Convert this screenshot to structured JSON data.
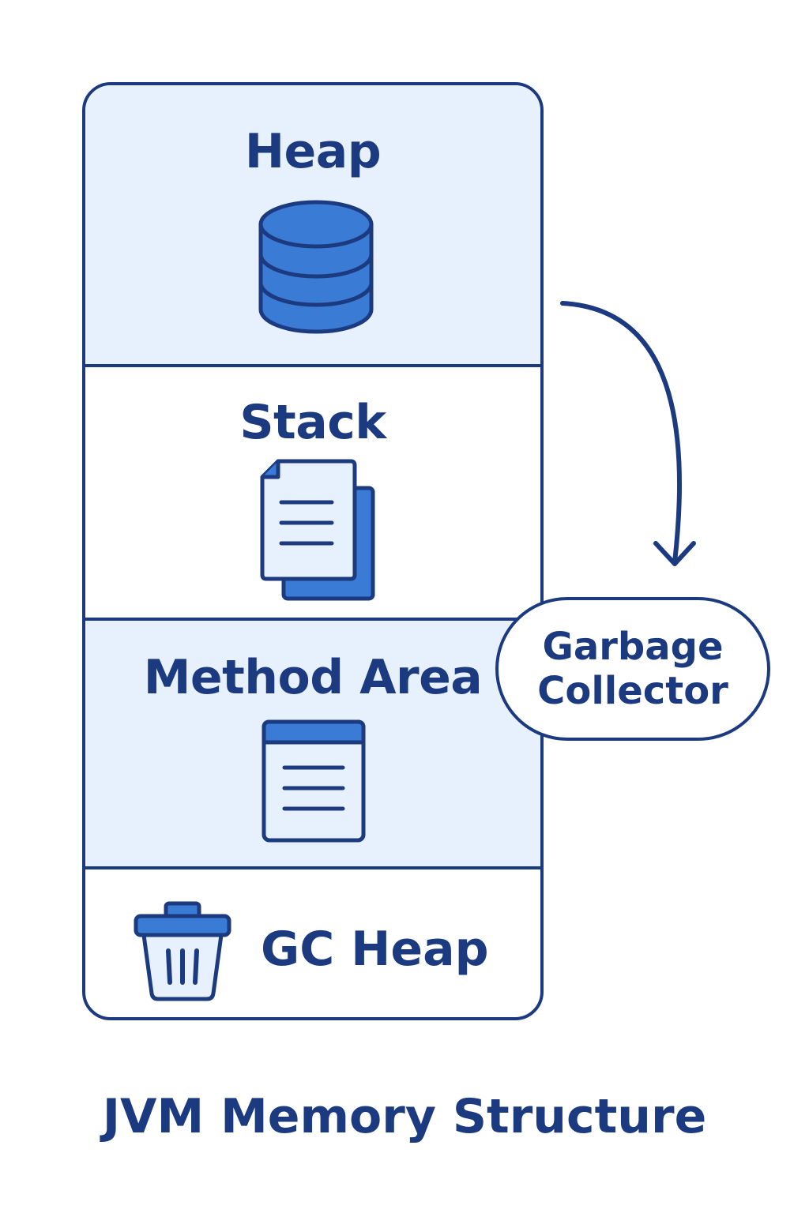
{
  "sections": {
    "heap": {
      "label": "Heap",
      "icon": "database-icon"
    },
    "stack": {
      "label": "Stack",
      "icon": "documents-icon"
    },
    "method_area": {
      "label": "Method Area",
      "icon": "window-document-icon"
    },
    "gc_heap": {
      "label": "GC Heap",
      "icon": "trash-can-icon"
    }
  },
  "garbage_collector": {
    "line1": "Garbage",
    "line2": "Collector"
  },
  "caption": "JVM Memory Structure",
  "colors": {
    "stroke": "#1c3a80",
    "accent": "#3a7bd5",
    "light_fill": "#e7f1fd"
  }
}
